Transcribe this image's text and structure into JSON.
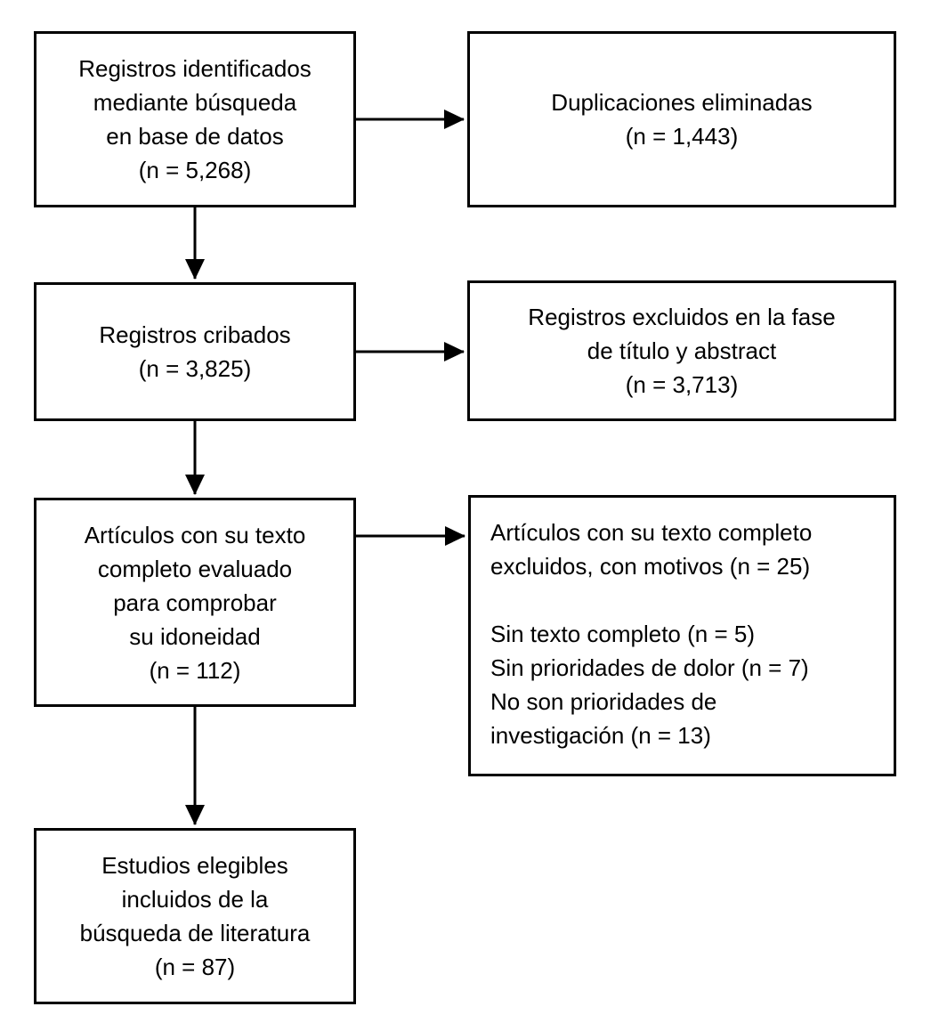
{
  "flowchart": {
    "type": "prisma-flow-diagram",
    "language": "es",
    "colors": {
      "background": "#ffffff",
      "box_fill": "#ffffff",
      "box_border": "#000000",
      "text": "#000000",
      "arrow": "#000000"
    },
    "boxes": {
      "identified": {
        "n": "5,268",
        "lines": [
          "Registros identificados",
          "mediante búsqueda",
          "en base de datos",
          "(n = 5,268)"
        ]
      },
      "duplicates": {
        "n": "1,443",
        "lines": [
          "Duplicaciones eliminadas",
          "(n = 1,443)"
        ]
      },
      "screened": {
        "n": "3,825",
        "lines": [
          "Registros cribados",
          "(n = 3,825)"
        ]
      },
      "excluded_title_abstract": {
        "n": "3,713",
        "lines": [
          "Registros excluidos en la fase",
          "de título y abstract",
          "(n = 3,713)"
        ]
      },
      "fulltext_assessed": {
        "n": "112",
        "lines": [
          "Artículos con su texto",
          "completo evaluado",
          "para comprobar",
          "su idoneidad",
          "(n = 112)"
        ]
      },
      "fulltext_excluded": {
        "n": "25",
        "heading_lines": [
          "Artículos con su texto completo",
          "excluidos, con motivos (n = 25)"
        ],
        "reason_lines": [
          "Sin texto completo (n = 5)",
          "Sin prioridades de dolor (n = 7)",
          "No son prioridades de",
          "investigación (n = 13)"
        ]
      },
      "included": {
        "n": "87",
        "lines": [
          "Estudios elegibles",
          "incluidos de la",
          "búsqueda de literatura",
          "(n = 87)"
        ]
      }
    },
    "edges": [
      {
        "from": "identified",
        "to": "duplicates"
      },
      {
        "from": "identified",
        "to": "screened"
      },
      {
        "from": "screened",
        "to": "excluded_title_abstract"
      },
      {
        "from": "screened",
        "to": "fulltext_assessed"
      },
      {
        "from": "fulltext_assessed",
        "to": "fulltext_excluded"
      },
      {
        "from": "fulltext_assessed",
        "to": "included"
      }
    ]
  }
}
